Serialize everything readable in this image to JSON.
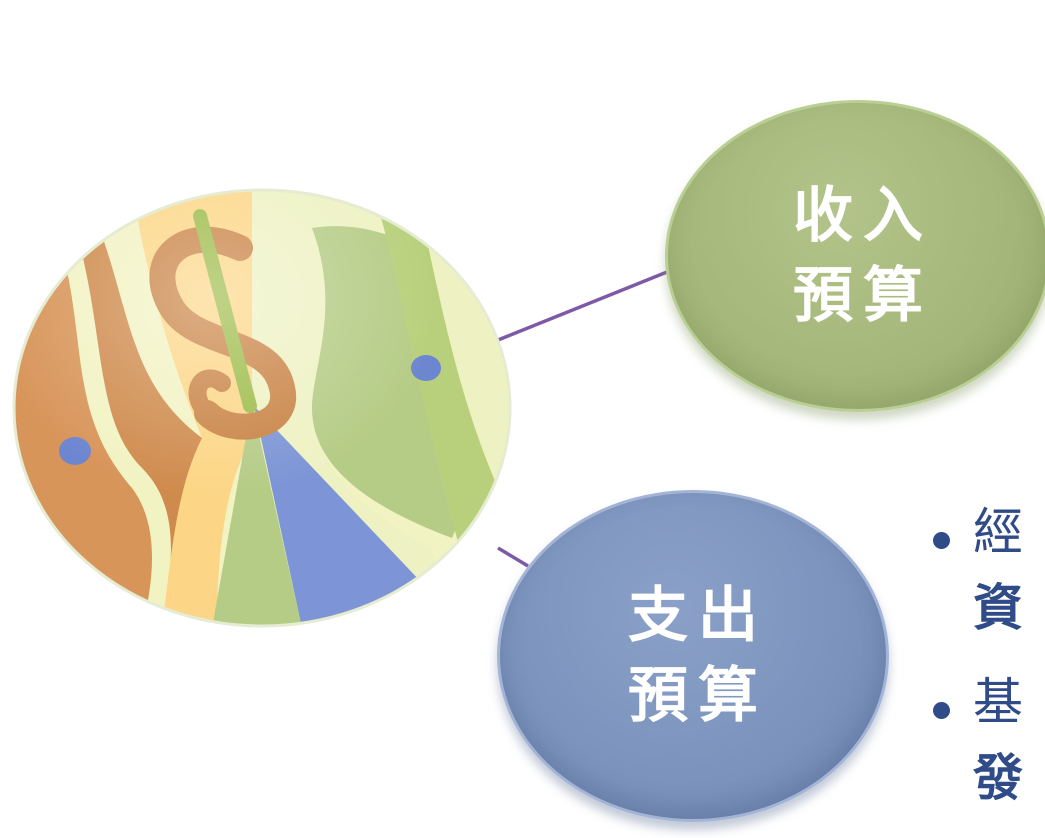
{
  "colors": {
    "connector": "#7e5aa6",
    "income_fill": "#a4b679",
    "expense_fill": "#7b93bc",
    "bullet_text": "#2f4b88",
    "bullet_dot": "#2f4b88"
  },
  "hub": {
    "icon": "dollar-hourglass-icon"
  },
  "nodes": {
    "income": {
      "line1": "收入",
      "line2": "預算"
    },
    "expense": {
      "line1": "支出",
      "line2": "預算"
    }
  },
  "bullets": [
    {
      "line1": "經",
      "line2": "資"
    },
    {
      "line1": "基",
      "line2": "發"
    }
  ]
}
